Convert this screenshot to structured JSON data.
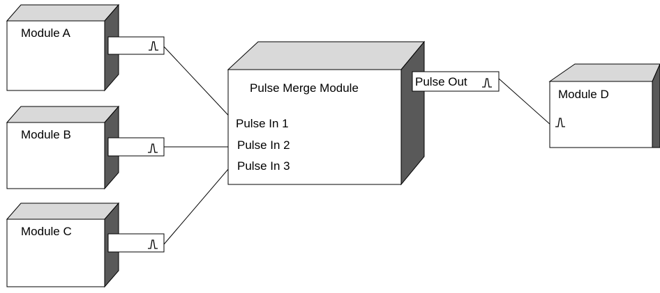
{
  "modules": {
    "a": {
      "label": "Module A"
    },
    "b": {
      "label": "Module B"
    },
    "c": {
      "label": "Module C"
    },
    "d": {
      "label": "Module D"
    }
  },
  "merge": {
    "title": "Pulse Merge Module",
    "inputs": [
      "Pulse In 1",
      "Pulse In 2",
      "Pulse In 3"
    ],
    "output_label": "Pulse Out"
  },
  "icons": {
    "pulse": "pulse-icon"
  },
  "colors": {
    "top_face": "#d9d9d9",
    "side_face": "#595959",
    "front_face": "#ffffff",
    "line": "#000000"
  }
}
